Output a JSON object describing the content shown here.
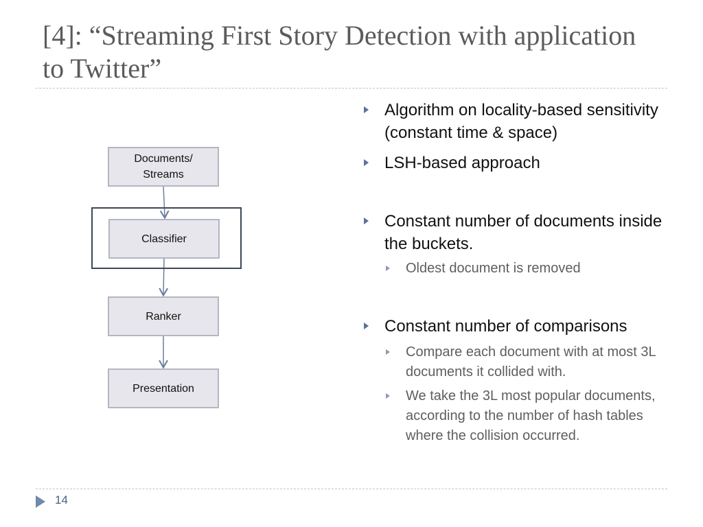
{
  "slide": {
    "title": "[4]: “Streaming First Story Detection with application to Twitter”",
    "page_number": "14"
  },
  "diagram": {
    "boxes": {
      "documents": "Documents/\nStreams",
      "classifier": "Classifier",
      "ranker": "Ranker",
      "presentation": "Presentation"
    }
  },
  "bullets": [
    {
      "level": 1,
      "text": "Algorithm on locality-based sensitivity (constant time & space)"
    },
    {
      "level": 1,
      "text": "LSH-based approach"
    },
    {
      "level": 1,
      "text": "Constant number of documents inside the buckets."
    },
    {
      "level": 2,
      "text": "Oldest document is removed"
    },
    {
      "level": 1,
      "text": "Constant number of comparisons"
    },
    {
      "level": 2,
      "text": "Compare each document with at most 3L documents it collided with."
    },
    {
      "level": 2,
      "text": "We take the 3L most popular documents, according to the number of hash tables where the collision occurred."
    }
  ],
  "colors": {
    "bullet_arrow": "#5a7294",
    "box_fill": "#e6e6ec",
    "box_border": "#b4b6c0",
    "frame": "#3d4758",
    "title": "#5b5b5b"
  }
}
